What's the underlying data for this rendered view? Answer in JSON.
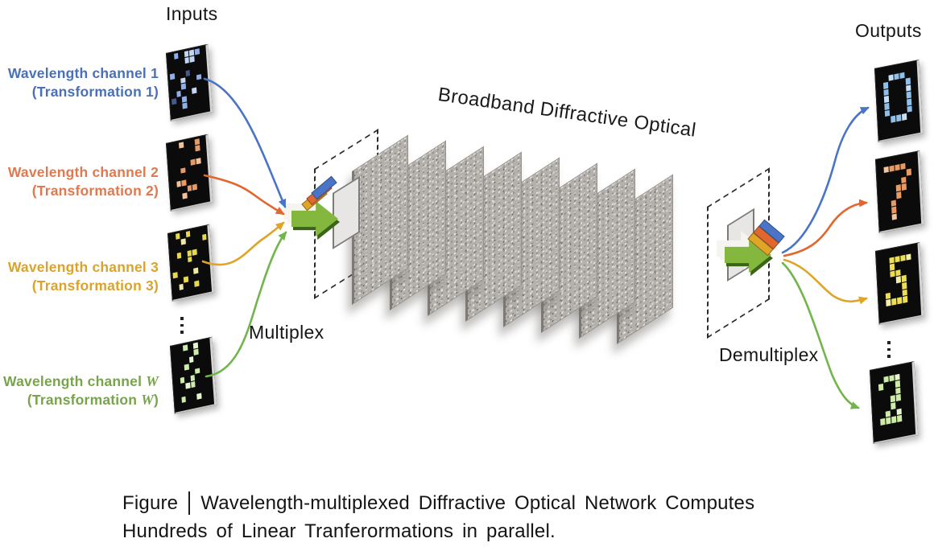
{
  "headings": {
    "inputs": "Inputs",
    "outputs": "Outputs"
  },
  "rotated_title": "Broadband Diffractive Optical",
  "multiplex_label": "Multiplex",
  "demultiplex_label": "Demultiplex",
  "ellipsis_glyph": "vertical-dots",
  "caption": {
    "label": "Figure",
    "line1": "Wavelength-multiplexed Diffractive Optical Network Computes",
    "line2": "Hundreds of Linear Tranferormations in parallel."
  },
  "colors": {
    "arrow_green": "#84b73e",
    "arrow_green_dark": "#3c6418",
    "echo_white": "#f5f4f1",
    "layer_gray": "#b4b1ad",
    "aperture_gray": "#e7e6e4",
    "dash_black": "#2b2b2b"
  },
  "channels": [
    {
      "line1": "Wavelength channel ",
      "var": "1",
      "line2_open": "(Transformation ",
      "close": ")",
      "label_color": "#4a70b8",
      "curve_color": "#4a74c8",
      "tile": {
        "palette": {
          "B": "#8fb0e6",
          "L": "#c3d7f3",
          "D": "#46598a"
        },
        "rows": [
          ".B.LLB.",
          "...LL..",
          ".......",
          "B..D...",
          "..L..B.",
          "..B....",
          ".B..L..",
          "D.B....",
          "..B....",
          "......."
        ]
      }
    },
    {
      "line1": "Wavelength channel ",
      "var": "2",
      "line2_open": "(Transformation ",
      "close": ")",
      "label_color": "#e07950",
      "curve_color": "#e2672f",
      "tile": {
        "palette": {
          "B": "#e69a66",
          "L": "#f2c19a",
          "D": "#8a5a3a"
        },
        "rows": [
          "..L..B.",
          ".....B.",
          ".......",
          "....BL.",
          "..B....",
          ".......",
          ".LB....",
          "...BB..",
          "..L....",
          "......."
        ]
      }
    },
    {
      "line1": "Wavelength channel ",
      "var": "3",
      "line2_open": "(Transformation ",
      "close": ")",
      "label_color": "#dba32c",
      "curve_color": "#e0a426",
      "tile": {
        "palette": {
          "B": "#e6d94e",
          "L": "#f0e9a2",
          "D": "#9a8f30"
        },
        "rows": [
          ".B.B...",
          "..L...B",
          ".......",
          ".B.BB..",
          "...B...",
          ".......",
          "B...L..",
          "..B....",
          ".L..B..",
          "......."
        ]
      }
    },
    {
      "line1": "Wavelength channel ",
      "var": "W",
      "line2_open": "(Transformation ",
      "close": ")",
      "label_color": "#78a44c",
      "curve_color": "#72b54a",
      "tile": {
        "palette": {
          "B": "#cdecaa",
          "L": "#e4f5d0",
          "D": "#5a7a3c"
        },
        "rows": [
          "..B.L..",
          "....B..",
          "...L...",
          "..B....",
          "....B..",
          ".B.B...",
          "..LB...",
          ".......",
          ".B..L..",
          "......."
        ]
      }
    }
  ],
  "outputs": [
    {
      "digit": "0",
      "curve_color": "#4a74c8",
      "tile": {
        "palette": {
          "B": "#8fc0ea",
          "L": "#c5e0f5"
        },
        "rows": [
          ".......",
          "..LBB..",
          ".B...B.",
          ".B...L.",
          ".L...B.",
          ".B...B.",
          ".B...B.",
          "..BBL..",
          ".......",
          "......."
        ]
      }
    },
    {
      "digit": "7",
      "curve_color": "#e2672f",
      "tile": {
        "palette": {
          "B": "#e89a62",
          "L": "#f3c59e"
        },
        "rows": [
          ".......",
          ".LBBB..",
          ".....B.",
          "....B..",
          "...BB..",
          "...B...",
          "..B....",
          "..B....",
          "..L....",
          "......."
        ]
      }
    },
    {
      "digit": "5",
      "curve_color": "#e0a426",
      "tile": {
        "palette": {
          "B": "#eede55",
          "L": "#f5eeaa"
        },
        "rows": [
          ".......",
          "..BBBL.",
          "..B....",
          "..BB...",
          "...LB..",
          "....B..",
          ".B..B..",
          ".LBBB..",
          ".......",
          "......."
        ]
      }
    },
    {
      "digit": "2",
      "curve_color": "#72b54a",
      "tile": {
        "palette": {
          "B": "#cdeca6",
          "L": "#e6f6d2"
        },
        "rows": [
          ".......",
          "..BBL..",
          ".B..B..",
          "....B..",
          "...BB..",
          "...B...",
          "..B.L..",
          ".BBBB..",
          ".......",
          "......."
        ]
      }
    }
  ]
}
